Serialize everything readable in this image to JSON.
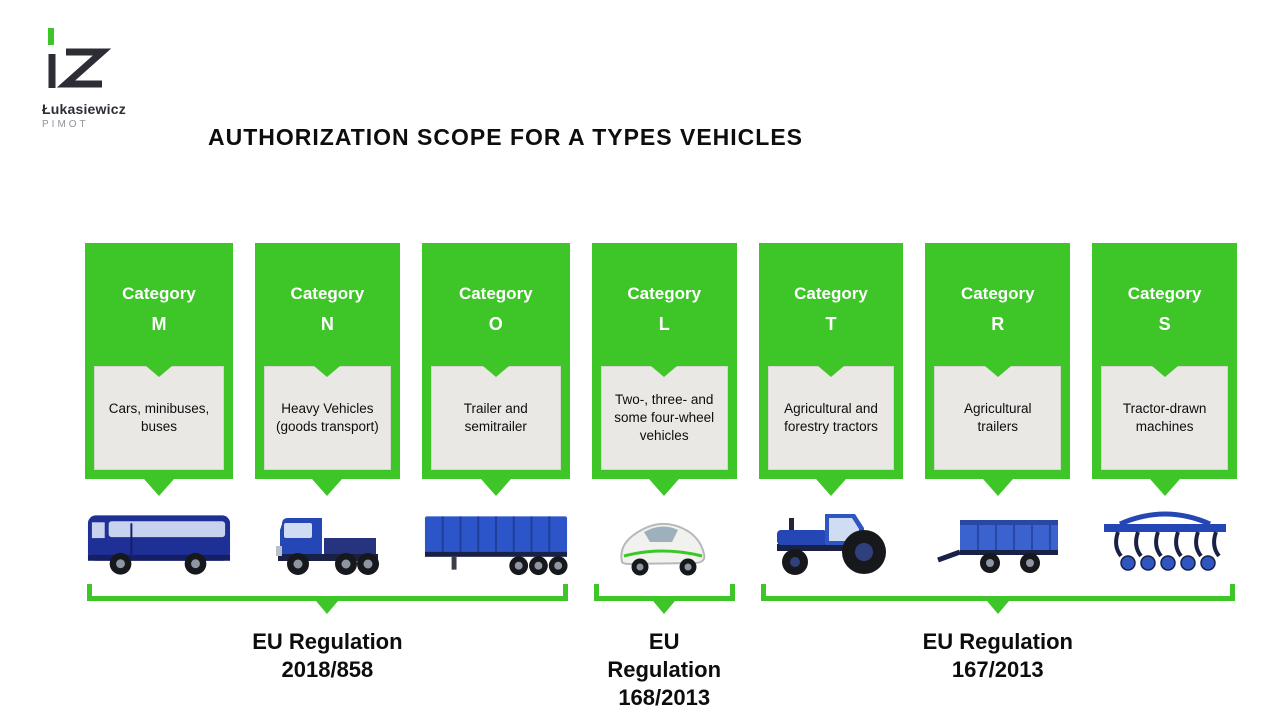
{
  "logo": {
    "brand": "Łukasiewicz",
    "unit": "PIMOT"
  },
  "title": "AUTHORIZATION SCOPE FOR A TYPES VEHICLES",
  "colors": {
    "green": "#3ec629",
    "panel_gray": "#e9e8e4",
    "vehicle_blue": "#2547b5"
  },
  "categories": [
    {
      "label": "Category",
      "letter": "M",
      "description": "Cars, minibuses, buses",
      "vehicle": "coach-bus"
    },
    {
      "label": "Category",
      "letter": "N",
      "description": "Heavy Vehicles (goods transport)",
      "vehicle": "truck-tractor-unit"
    },
    {
      "label": "Category",
      "letter": "O",
      "description": "Trailer and semitrailer",
      "vehicle": "semitrailer"
    },
    {
      "label": "Category",
      "letter": "L",
      "description": "Two-, three- and some four-wheel vehicles",
      "vehicle": "three-wheel-microcar"
    },
    {
      "label": "Category",
      "letter": "T",
      "description": "Agricultural and forestry tractors",
      "vehicle": "farm-tractor"
    },
    {
      "label": "Category",
      "letter": "R",
      "description": "Agricultural trailers",
      "vehicle": "farm-trailer"
    },
    {
      "label": "Category",
      "letter": "S",
      "description": "Tractor-drawn machines",
      "vehicle": "cultivator-machine"
    }
  ],
  "regulations": [
    {
      "label": "EU Regulation",
      "number": "2018/858"
    },
    {
      "label": "EU Regulation",
      "number": "168/2013"
    },
    {
      "label": "EU Regulation",
      "number": "167/2013"
    }
  ]
}
